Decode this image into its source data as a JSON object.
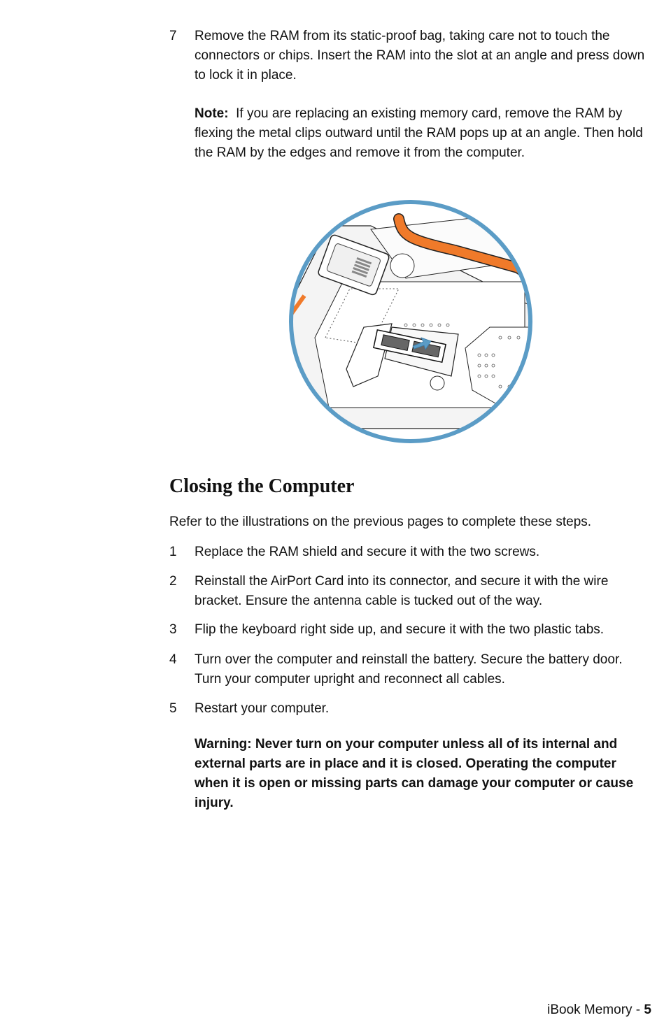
{
  "steps_top": [
    {
      "number": "7",
      "text": "Remove the RAM from its static-proof bag, taking care not to touch the connectors or chips. Insert the RAM into the slot at an angle and press down to lock it in place."
    }
  ],
  "note": {
    "label": "Note:",
    "text": "If you are replacing an existing memory card, remove the RAM by flexing the metal clips outward until the RAM pops up at an angle. Then hold the RAM by the edges and remove it from the computer."
  },
  "section": {
    "title": "Closing the Computer",
    "intro": "Refer to the illustrations on the previous pages to complete these steps.",
    "steps": [
      {
        "number": "1",
        "text": "Replace the RAM shield and secure it with the two screws."
      },
      {
        "number": "2",
        "text": "Reinstall the AirPort Card into its connector, and secure it with the wire bracket. Ensure the antenna cable is tucked out of the way."
      },
      {
        "number": "3",
        "text": "Flip the keyboard right side up, and secure it with the two plastic tabs."
      },
      {
        "number": "4",
        "text": "Turn over the computer and reinstall the battery. Secure the battery door. Turn your computer upright and reconnect all cables."
      },
      {
        "number": "5",
        "text": "Restart your computer."
      }
    ],
    "warning": "Warning: Never turn on your computer unless all of its internal and external parts are in place and it is closed. Operating the computer when it is open or missing parts can damage your computer or cause injury."
  },
  "footer": {
    "doc_title": "iBook Memory - ",
    "page_number": "5"
  },
  "colors": {
    "circle_border": "#5b9cc6",
    "cable_orange": "#f07a2a",
    "arrow_blue": "#5b9cc6"
  }
}
